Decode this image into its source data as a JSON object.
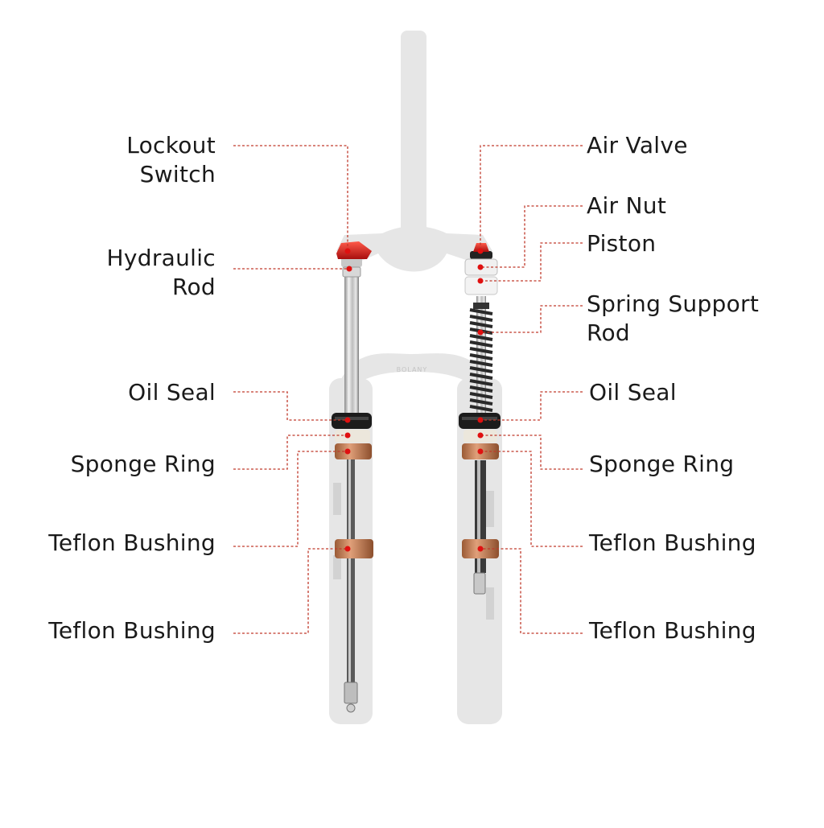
{
  "diagram": {
    "brand_text": "BOLANY",
    "colors": {
      "leader": "#c0392b",
      "dot": "#e01010",
      "frame": "#e6e6e6",
      "bushing": "#c68a63",
      "seal": "#1c1c1c",
      "sponge": "#ece7dc"
    },
    "left_labels": {
      "lockout_switch": {
        "line1": "Lockout",
        "line2": "Switch"
      },
      "hydraulic_rod": {
        "line1": "Hydraulic",
        "line2": "Rod"
      },
      "oil_seal": "Oil Seal",
      "sponge_ring": "Sponge Ring",
      "teflon_bushing_upper": "Teflon Bushing",
      "teflon_bushing_lower": "Teflon Bushing"
    },
    "right_labels": {
      "air_valve": "Air Valve",
      "air_nut": "Air Nut",
      "piston": "Piston",
      "spring_support_rod": {
        "line1": "Spring Support",
        "line2": "Rod"
      },
      "oil_seal": "Oil Seal",
      "sponge_ring": "Sponge Ring",
      "teflon_bushing_upper": "Teflon Bushing",
      "teflon_bushing_lower": "Teflon Bushing"
    }
  }
}
